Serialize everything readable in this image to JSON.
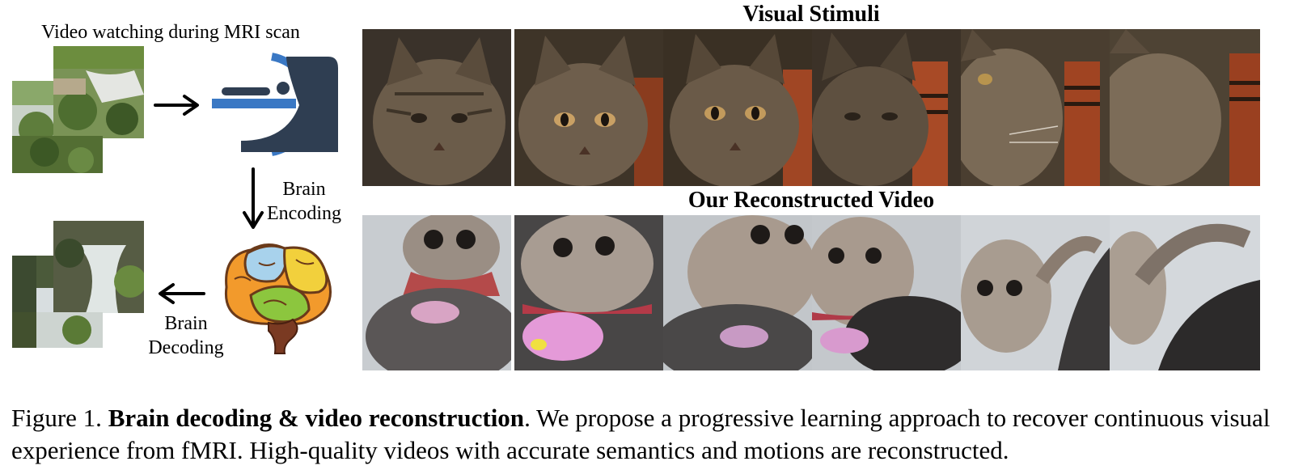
{
  "diagram": {
    "video_label": "Video watching during MRI scan",
    "encoding_label_1": "Brain",
    "encoding_label_2": "Encoding",
    "decoding_label_1": "Brain",
    "decoding_label_2": "Decoding"
  },
  "stimuli": {
    "title": "Visual Stimuli"
  },
  "reconstruction": {
    "title": "Our Reconstructed Video"
  },
  "caption": {
    "prefix": "Figure 1. ",
    "bold": "Brain decoding & video reconstruction",
    "rest": ". We propose a progressive learning approach to recover continuous visual experience from fMRI. High-quality videos with accurate semantics and motions are reconstructed."
  },
  "colors": {
    "scanner_blue": "#3a78c4",
    "scanner_dark": "#2f3e52",
    "brain_blue": "#a8d2ec",
    "brain_yellow": "#f2d03c",
    "brain_orange": "#f29a2c",
    "brain_green": "#8cc63e",
    "brain_stem": "#7a3a22"
  }
}
